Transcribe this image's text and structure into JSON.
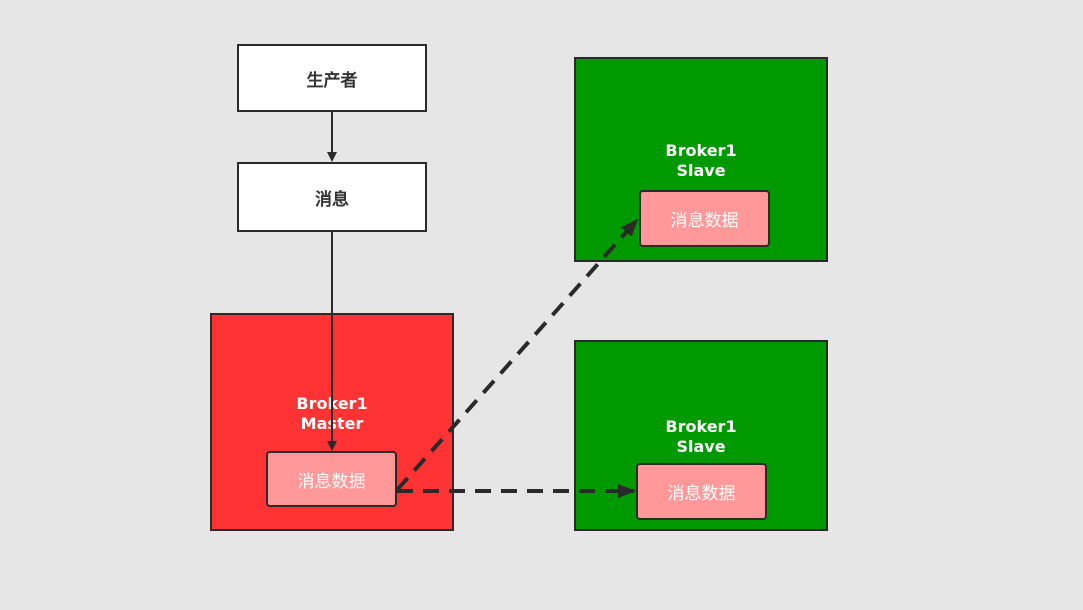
{
  "colors": {
    "background": "#e6e6e6",
    "master_fill": "#ff3333",
    "slave_fill": "#009900",
    "data_fill": "#ff9999",
    "stroke": "#2a2a2a"
  },
  "producer": {
    "label": "生产者"
  },
  "message": {
    "label": "消息"
  },
  "master": {
    "title_line1": "Broker1",
    "title_line2": "Master",
    "data_label": "消息数据"
  },
  "slave_top": {
    "title_line1": "Broker1",
    "title_line2": "Slave",
    "data_label": "消息数据"
  },
  "slave_bottom": {
    "title_line1": "Broker1",
    "title_line2": "Slave",
    "data_label": "消息数据"
  }
}
